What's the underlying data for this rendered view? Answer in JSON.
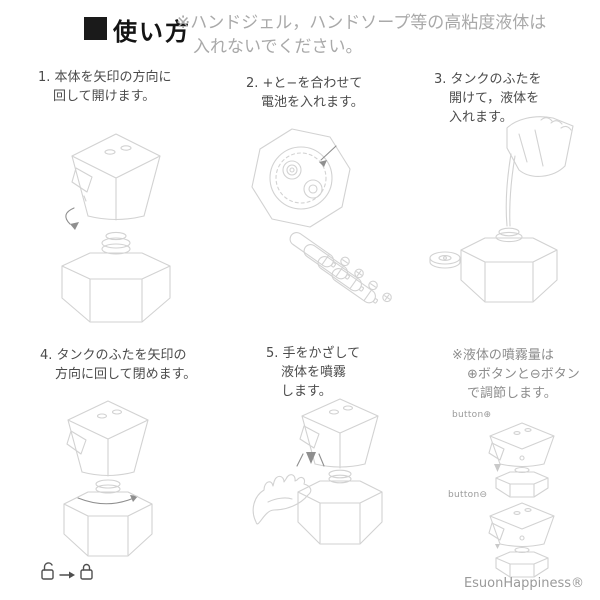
{
  "header": {
    "title": "使い方",
    "note": "※ハンドジェル，ハンドソープ等の高粘度液体は\n入れないでください。"
  },
  "steps": [
    {
      "text": "1. 本体を矢印の方向に\n回して開けます。"
    },
    {
      "text": "2. +と−を合わせて\n電池を入れます。"
    },
    {
      "text": "3. タンクのふたを\n開けて，液体を\n入れます。"
    },
    {
      "text": "4. タンクのふたを矢印の\n方向に回して閉めます。"
    },
    {
      "text": "5. 手をかざして\n液体を噴霧\nします。"
    },
    {
      "text": "※液体の噴霧量は\n⊕ボタンと⊖ボタン\nで調節します。"
    }
  ],
  "adjust_labels": {
    "plus": "button⊕",
    "minus": "button⊖"
  },
  "brand": "EsuonHappiness®",
  "icons": {
    "rotate-arrow-icon": "curved rotation arrow",
    "lock-open-icon": "unlocked padlock",
    "arrow-right-icon": "right arrow",
    "lock-closed-icon": "locked padlock",
    "battery-plus-icon": "⊕",
    "battery-minus-icon": "⊖"
  },
  "colors": {
    "ink": "#4b4b4b",
    "note_gray": "#a9a9a9",
    "sketch": "#d2d2d2",
    "accent": "#8f8f8f",
    "dark": "#4f4f4f"
  }
}
